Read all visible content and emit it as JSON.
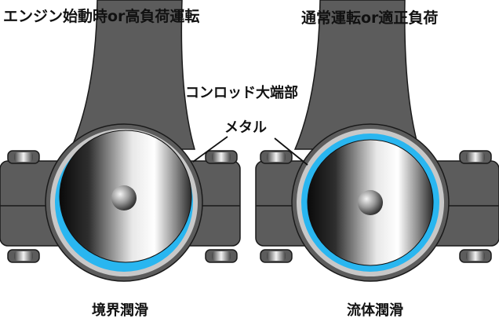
{
  "labels": {
    "left_condition": "エンジン始動時or高負荷運転",
    "right_condition": "通常運転or適正負荷",
    "big_end": "コンロッド大端部",
    "metal": "メタル",
    "left_lubrication": "境界潤滑",
    "right_lubrication": "流体潤滑"
  },
  "colors": {
    "body": "#5c5c5c",
    "outline": "#1a1a1a",
    "metal_bearing": "#c8c8c8",
    "oil_film": "#29b6f0",
    "bolt_light": "#e6e6e6"
  }
}
